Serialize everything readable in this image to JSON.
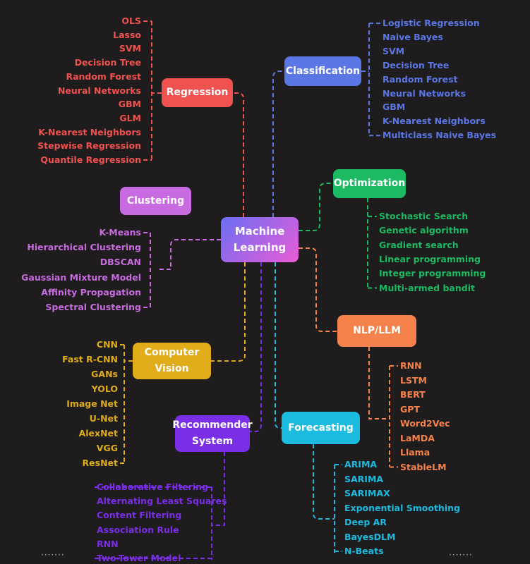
{
  "colors": {
    "background": "#1e1c1d",
    "regression": "#f0524f",
    "classification": "#5b77e6",
    "clustering": "#c96be0",
    "optimization": "#1cba62",
    "nlp": "#f5824a",
    "computer_vision": "#e0ac1a",
    "forecasting": "#1bbbe0",
    "recommender": "#7a2ee6",
    "center_start": "#6a6ef5",
    "center_end": "#ea5cd6"
  },
  "center": {
    "line1": "Machine",
    "line2": "Learning"
  },
  "regression": {
    "label": "Regression",
    "items": [
      "OLS",
      "Lasso",
      "SVM",
      "Decision Tree",
      "Random Forest",
      "Neural Networks",
      "GBM",
      "GLM",
      "K-Nearest Neighbors",
      "Stepwise Regression",
      "Quantile Regression"
    ]
  },
  "classification": {
    "label": "Classification",
    "items": [
      "Logistic Regression",
      "Naive Bayes",
      "SVM",
      "Decision Tree",
      "Random Forest",
      "Neural Networks",
      "GBM",
      "K-Nearest Neighbors",
      "Multiclass Naive Bayes"
    ]
  },
  "clustering": {
    "label": "Clustering",
    "items": [
      "K-Means",
      "Hierarchical Clustering",
      "DBSCAN",
      "Gaussian Mixture Model",
      "Affinity Propagation",
      "Spectral Clustering"
    ]
  },
  "optimization": {
    "label": "Optimization",
    "items": [
      "Stochastic Search",
      "Genetic algorithm",
      "Gradient search",
      "Linear programming",
      "Integer programming",
      "Multi-armed bandit"
    ]
  },
  "nlp": {
    "label": "NLP/LLM",
    "items": [
      "RNN",
      "LSTM",
      "BERT",
      "GPT",
      "Word2Vec",
      "LaMDA",
      "Llama",
      "StableLM"
    ]
  },
  "computer_vision": {
    "line1": "Computer",
    "line2": "Vision",
    "items": [
      "CNN",
      "Fast R-CNN",
      "GANs",
      "YOLO",
      "Image Net",
      "U-Net",
      "AlexNet",
      "VGG",
      "ResNet"
    ]
  },
  "forecasting": {
    "label": "Forecasting",
    "items": [
      "ARIMA",
      "SARIMA",
      "SARIMAX",
      "Exponential Smoothing",
      "Deep AR",
      "BayesDLM",
      "N-Beats"
    ]
  },
  "recommender": {
    "line1": "Recommender",
    "line2": "System",
    "items": [
      "Collaborative Filtering",
      "Alternating Least Squares",
      "Content Filtering",
      "Association Rule",
      "RNN",
      "Two-Tower Model"
    ]
  },
  "footer": {
    "left_dots": "·······",
    "right_dots": "·······"
  }
}
